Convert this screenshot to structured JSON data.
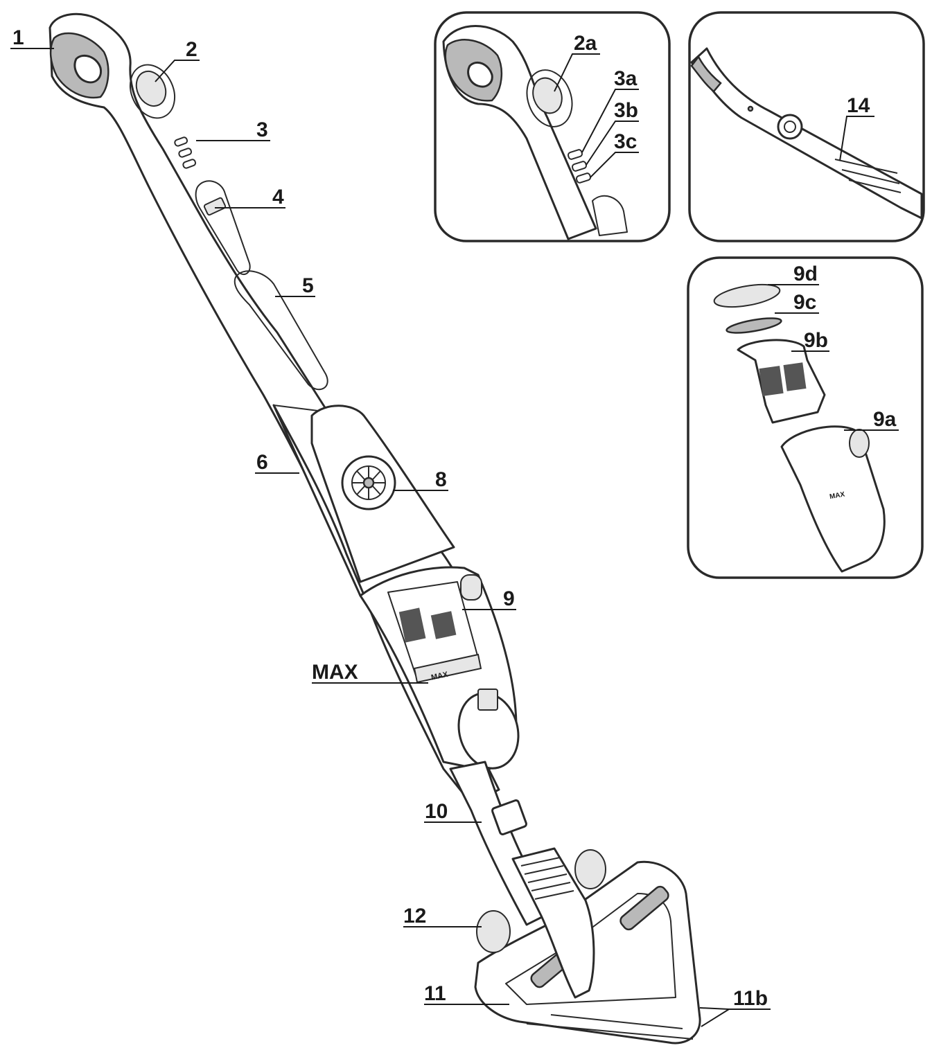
{
  "callouts": {
    "c1": "1",
    "c2": "2",
    "c3": "3",
    "c4": "4",
    "c5": "5",
    "c6": "6",
    "c8": "8",
    "c9": "9",
    "cmax": "MAX",
    "c10": "10",
    "c11": "11",
    "c11b": "11b",
    "c12": "12",
    "c2a": "2a",
    "c3a": "3a",
    "c3b": "3b",
    "c3c": "3c",
    "c14": "14",
    "c9d": "9d",
    "c9c": "9c",
    "c9b": "9b",
    "c9a": "9a"
  },
  "labels": {
    "max_marking": "MAX",
    "max_marking_detail": "MAX"
  }
}
